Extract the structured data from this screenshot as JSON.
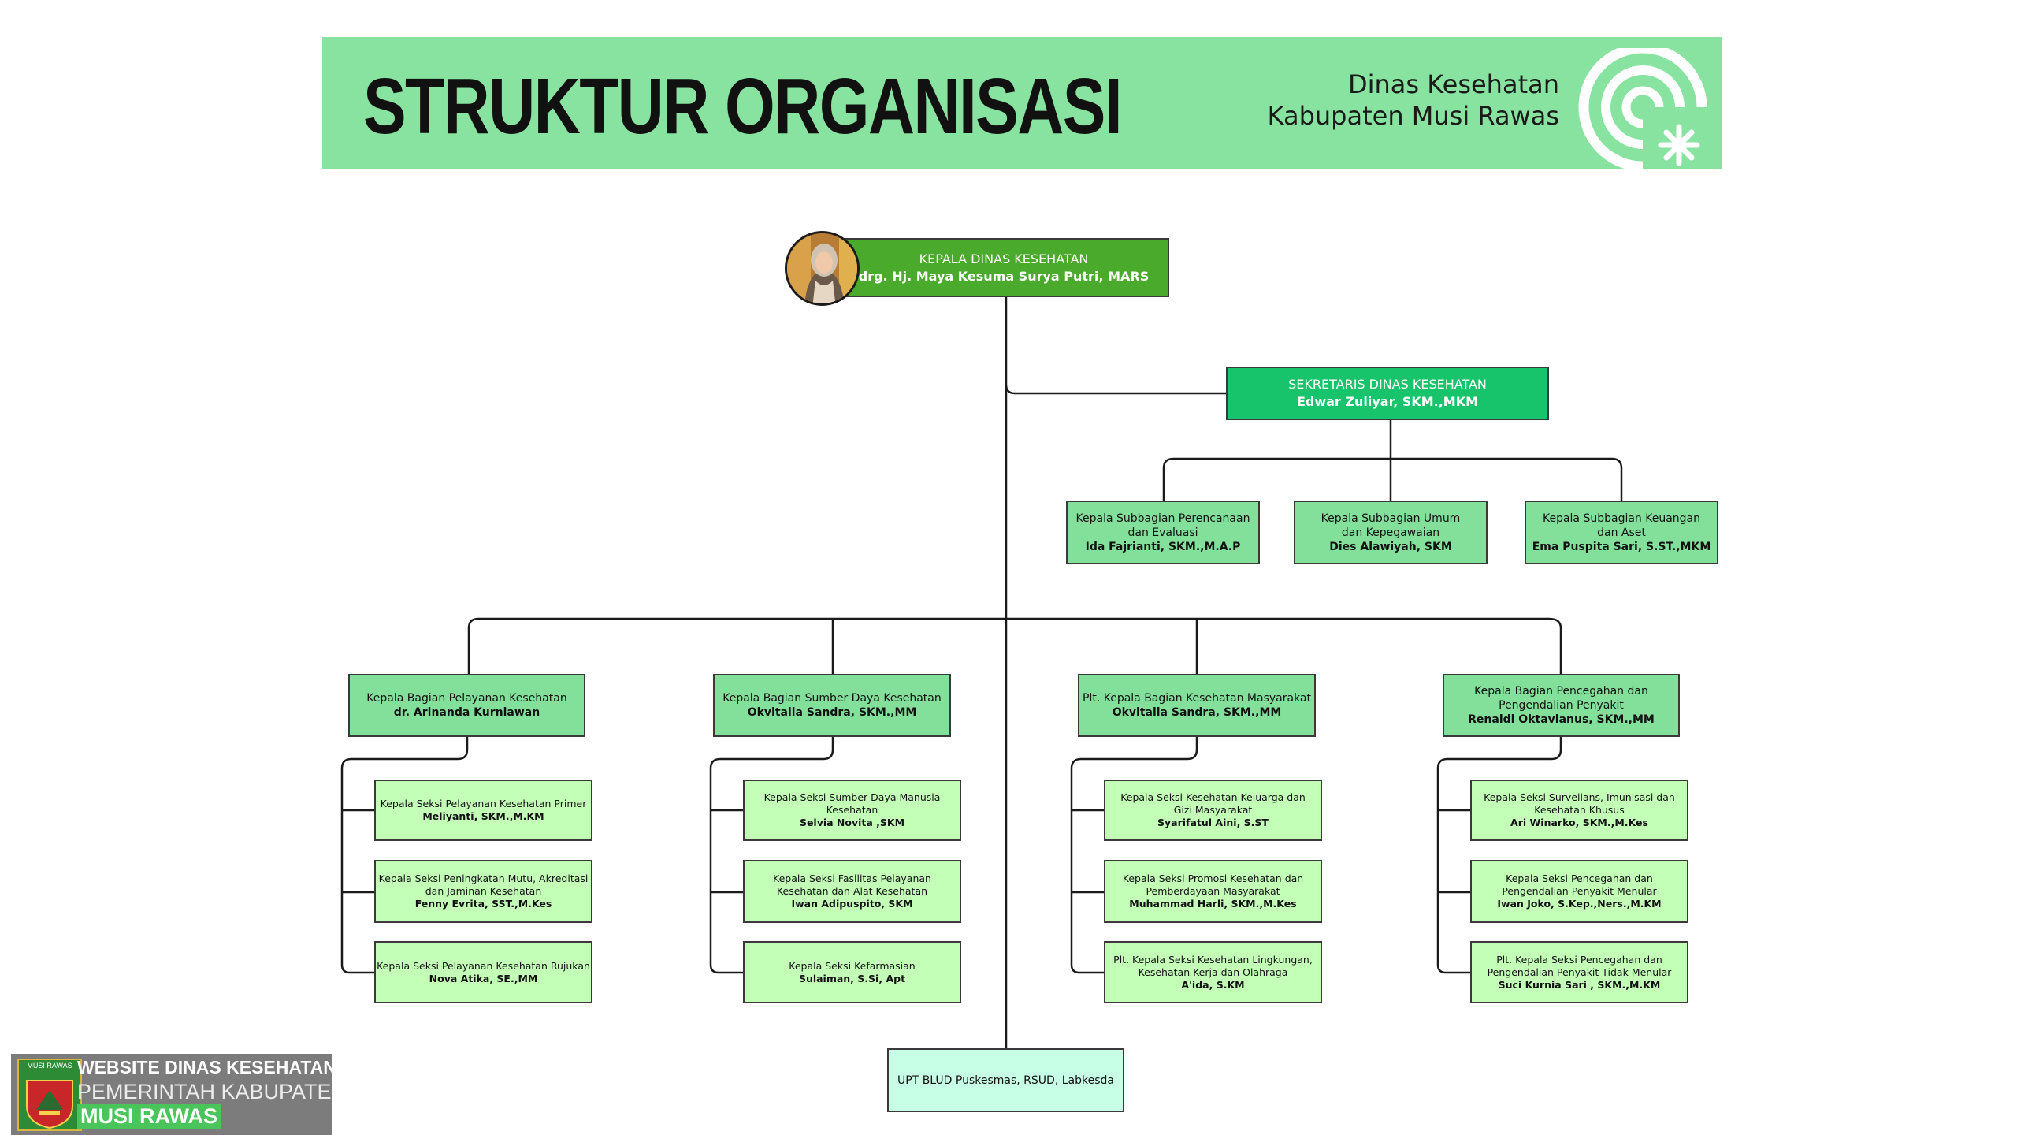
{
  "header": {
    "title": "STRUKTUR ORGANISASI",
    "org_line1": "Dinas Kesehatan",
    "org_line2": "Kabupaten Musi Rawas"
  },
  "head": {
    "role": "KEPALA DINAS KESEHATAN",
    "name": "drg. Hj. Maya Kesuma Surya Putri, MARS"
  },
  "secretary": {
    "role": "SEKRETARIS DINAS KESEHATAN",
    "name": "Edwar Zuliyar, SKM.,MKM"
  },
  "subbagian": [
    {
      "l1": "Kepala Subbagian Perencanaan",
      "l2": "dan Evaluasi",
      "name": "Ida Fajrianti, SKM.,M.A.P"
    },
    {
      "l1": "Kepala Subbagian Umum",
      "l2": "dan Kepegawaian",
      "name": "Dies Alawiyah, SKM"
    },
    {
      "l1": "Kepala Subbagian Keuangan",
      "l2": "dan Aset",
      "name": "Ema Puspita Sari, S.ST.,MKM"
    }
  ],
  "bagian": [
    {
      "l1": "Kepala Bagian Pelayanan Kesehatan",
      "l2": "",
      "name": "dr. Arinanda Kurniawan",
      "seksi": [
        {
          "l1": "Kepala Seksi Pelayanan Kesehatan Primer",
          "l2": "",
          "name": "Meliyanti, SKM.,M.KM"
        },
        {
          "l1": "Kepala Seksi Peningkatan Mutu, Akreditasi",
          "l2": "dan Jaminan Kesehatan",
          "name": "Fenny Evrita, SST.,M.Kes"
        },
        {
          "l1": "Kepala Seksi Pelayanan Kesehatan Rujukan",
          "l2": "",
          "name": "Nova Atika, SE.,MM"
        }
      ]
    },
    {
      "l1": "Kepala Bagian Sumber Daya Kesehatan",
      "l2": "",
      "name": "Okvitalia Sandra, SKM.,MM",
      "seksi": [
        {
          "l1": "Kepala Seksi Sumber Daya Manusia",
          "l2": "Kesehatan",
          "name": "Selvia Novita ,SKM"
        },
        {
          "l1": "Kepala Seksi Fasilitas Pelayanan",
          "l2": "Kesehatan dan Alat Kesehatan",
          "name": "Iwan Adipuspito, SKM"
        },
        {
          "l1": "Kepala Seksi Kefarmasian",
          "l2": "",
          "name": "Sulaiman, S.Si, Apt"
        }
      ]
    },
    {
      "l1": "Plt. Kepala Bagian Kesehatan Masyarakat",
      "l2": "",
      "name": "Okvitalia Sandra, SKM.,MM",
      "seksi": [
        {
          "l1": "Kepala Seksi Kesehatan Keluarga dan",
          "l2": "Gizi Masyarakat",
          "name": "Syarifatul Aini, S.ST"
        },
        {
          "l1": "Kepala Seksi Promosi Kesehatan dan",
          "l2": "Pemberdayaan Masyarakat",
          "name": "Muhammad Harli, SKM.,M.Kes"
        },
        {
          "l1": "Plt. Kepala Seksi Kesehatan Lingkungan,",
          "l2": "Kesehatan Kerja dan Olahraga",
          "name": "A'ida, S.KM"
        }
      ]
    },
    {
      "l1": "Kepala Bagian Pencegahan dan",
      "l2": "Pengendalian Penyakit",
      "name": "Renaldi Oktavianus, SKM.,MM",
      "seksi": [
        {
          "l1": "Kepala Seksi Surveilans, Imunisasi dan",
          "l2": "Kesehatan Khusus",
          "name": "Ari Winarko, SKM.,M.Kes"
        },
        {
          "l1": "Kepala Seksi Pencegahan dan",
          "l2": "Pengendalian Penyakit Menular",
          "name": "Iwan Joko, S.Kep.,Ners.,M.KM"
        },
        {
          "l1": "Plt. Kepala Seksi Pencegahan dan",
          "l2": "Pengendalian Penyakit Tidak Menular",
          "name": "Suci Kurnia Sari , SKM.,M.KM"
        }
      ]
    }
  ],
  "upt": {
    "label": "UPT BLUD Puskesmas, RSUD, Labkesda"
  },
  "watermark": {
    "badge": "MUSI RAWAS",
    "line1": "WEBSITE DINAS KESEHATAN",
    "line2": "PEMERINTAH KABUPATEN",
    "line3": "MUSI RAWAS"
  },
  "colors": {
    "header_bg": "#88e3a0",
    "head_box": "#4aaa2c",
    "secretary_box": "#17c46b",
    "level2_box": "#82e09a",
    "level3_box": "#c4ffb8",
    "upt_box": "#c6ffe6"
  }
}
